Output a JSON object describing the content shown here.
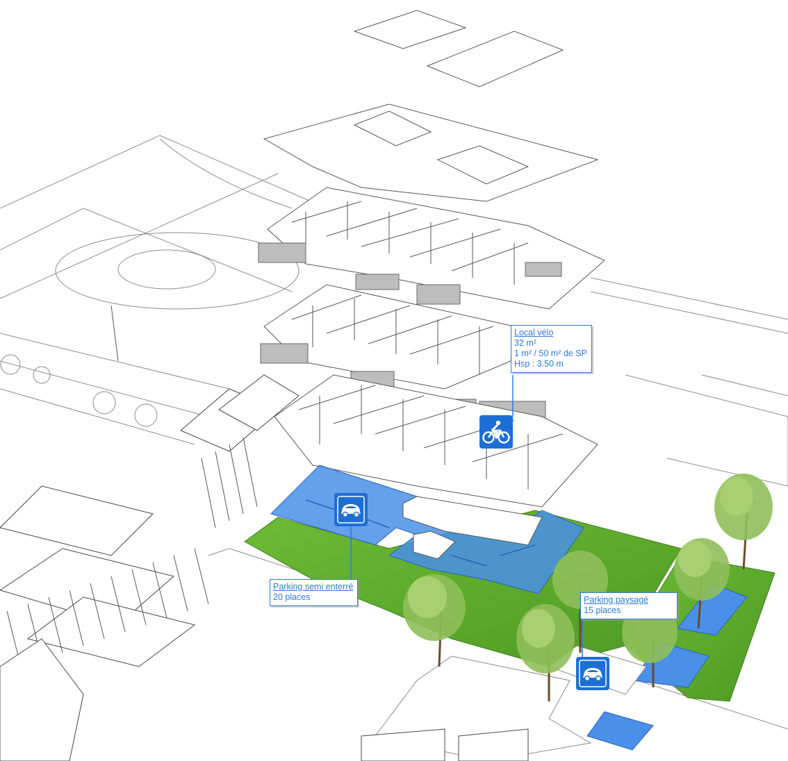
{
  "colors": {
    "accent": "#2a7ae2",
    "badge": "#1d6fd6",
    "parking_fill": "#4a8fe8",
    "grass": "#5ea92c",
    "line": "#555555"
  },
  "callouts": {
    "bike": {
      "title": "Local vélo",
      "lines": [
        "32 m²",
        "1 m² / 50 m² de SP",
        "Hsp : 3.50 m"
      ]
    },
    "semi": {
      "title": "Parking semi enterré",
      "lines": [
        "20 places"
      ]
    },
    "landscape": {
      "title": "Parking paysagé",
      "lines": [
        "15 places"
      ]
    }
  },
  "icons": {
    "bike": "bicycle-icon",
    "car_semi": "car-icon",
    "car_landscape": "car-icon"
  }
}
